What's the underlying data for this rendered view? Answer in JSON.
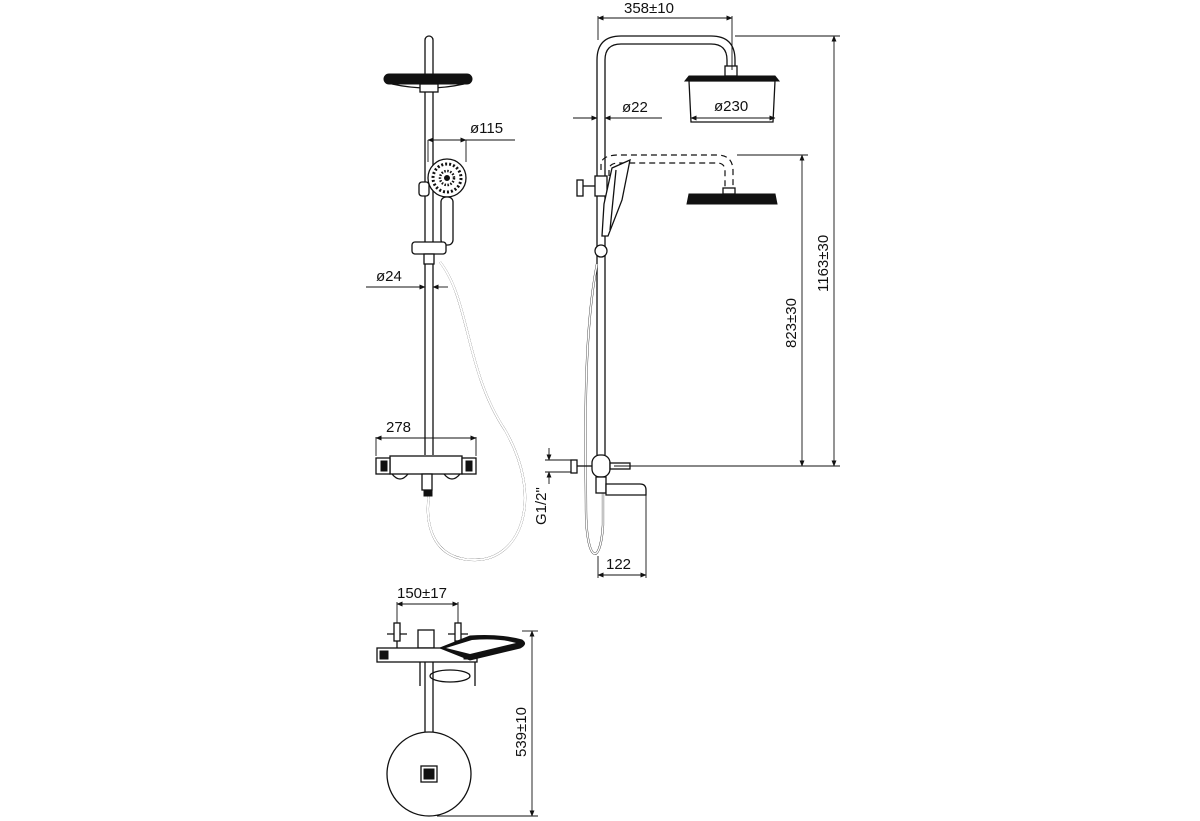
{
  "dimensions": {
    "overhead_arm": "358±10",
    "head_diameter": "ø230",
    "pipe_diameter": "ø22",
    "hand_shower_diameter": "ø115",
    "rail_diameter": "ø24",
    "mixer_width": "278",
    "overall_height": "1163±30",
    "bracket_height": "823±30",
    "thread": "G1/2\"",
    "spout_projection": "122",
    "inlet_spacing": "150±17",
    "wall_projection": "539±10"
  },
  "colors": {
    "line": "#111111",
    "background": "#ffffff"
  }
}
